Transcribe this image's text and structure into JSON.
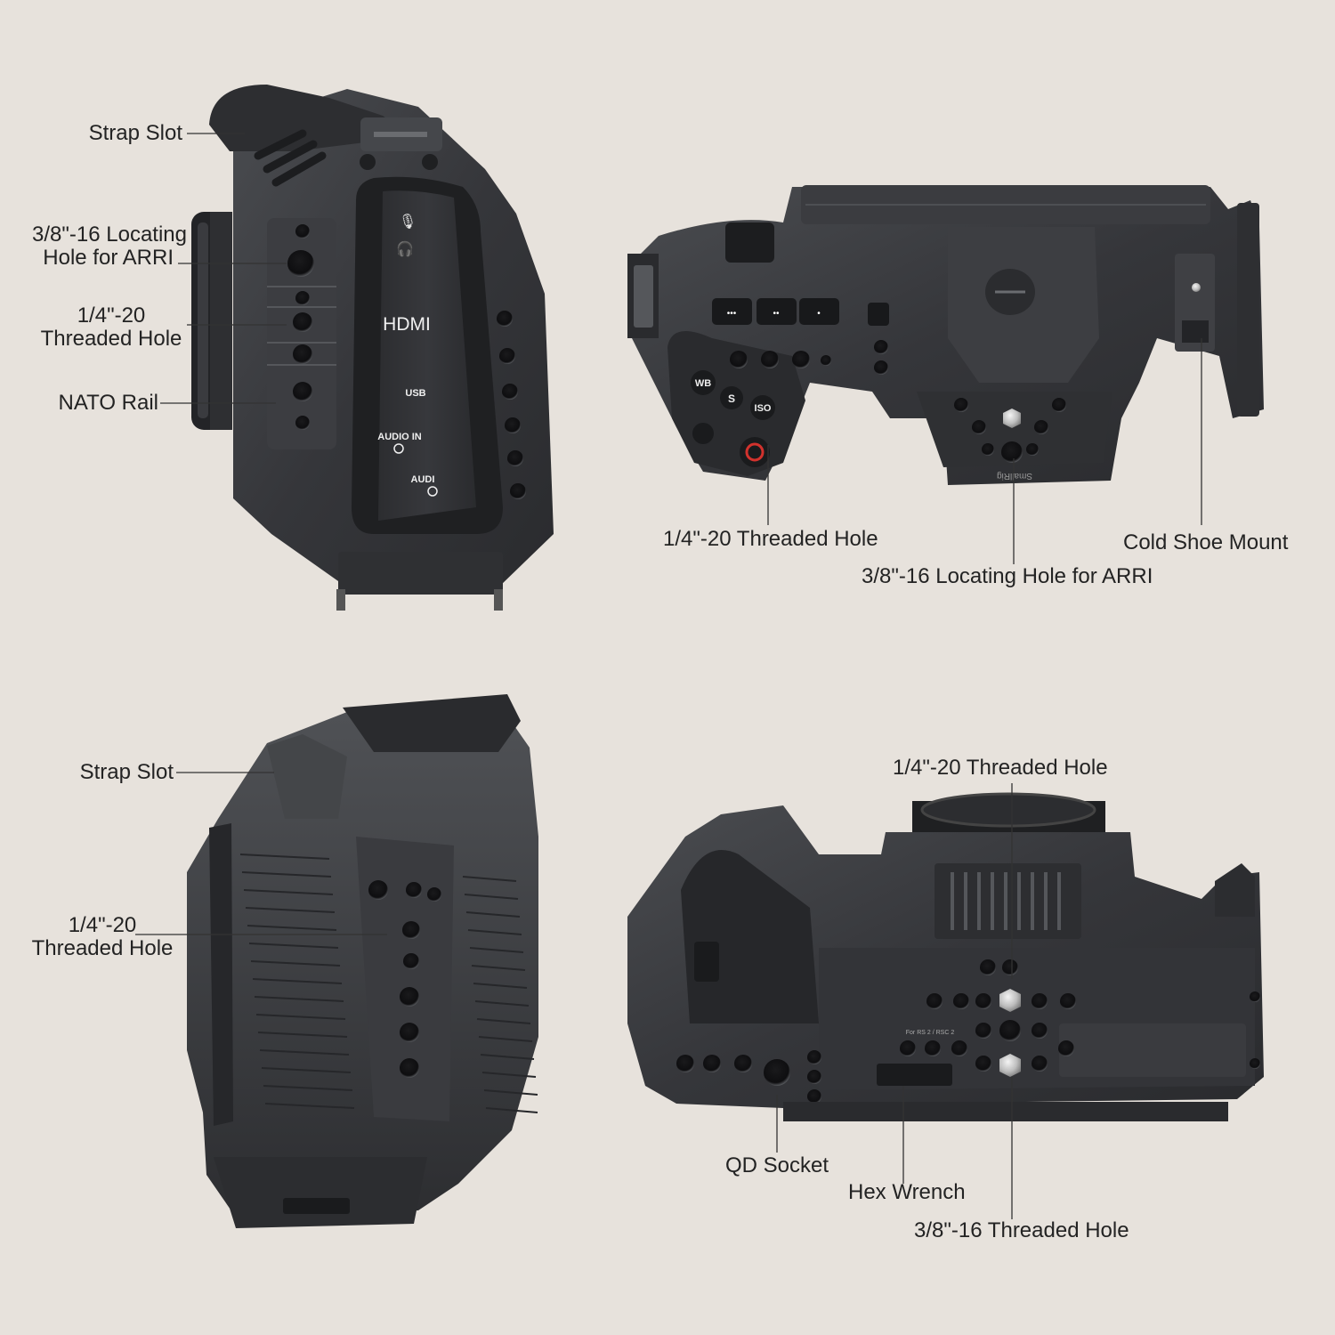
{
  "palette": {
    "background": "#e7e2dc",
    "cage_body": "#3a3b3e",
    "cage_dark": "#2a2b2d",
    "cage_highlight": "#55575b",
    "leader_line": "#333333",
    "record_button": "#d2322d"
  },
  "panels": {
    "side_left": {
      "port_labels": {
        "hdmi": "HDMI",
        "usb": "USB",
        "audio_in_1": "AUDIO IN",
        "audio_in_2": "AUDI"
      },
      "callouts": {
        "strap_slot": "Strap Slot",
        "arri_hole_line1": "3/8\"-16 Locating",
        "arri_hole_line2": "Hole for ARRI",
        "threaded_line1": "1/4\"-20",
        "threaded_line2": "Threaded Hole",
        "nato_rail": "NATO Rail"
      }
    },
    "top_view": {
      "button_labels": {
        "wb": "WB",
        "s": "S",
        "iso": "ISO"
      },
      "brand_engraving": "SmallRig",
      "callouts": {
        "threaded_hole": "1/4\"-20 Threaded Hole",
        "cold_shoe": "Cold Shoe Mount",
        "arri_hole": "3/8\"-16 Locating Hole for ARRI"
      }
    },
    "grip_side": {
      "callouts": {
        "strap_slot": "Strap Slot",
        "threaded_line1": "1/4\"-20",
        "threaded_line2": "Threaded Hole"
      }
    },
    "bottom_view": {
      "plate_text": "For RS 2 / RSC 2",
      "callouts": {
        "threaded_top": "1/4\"-20 Threaded Hole",
        "qd_socket": "QD Socket",
        "hex_wrench": "Hex Wrench",
        "threaded_38": "3/8\"-16 Threaded Hole"
      }
    }
  }
}
